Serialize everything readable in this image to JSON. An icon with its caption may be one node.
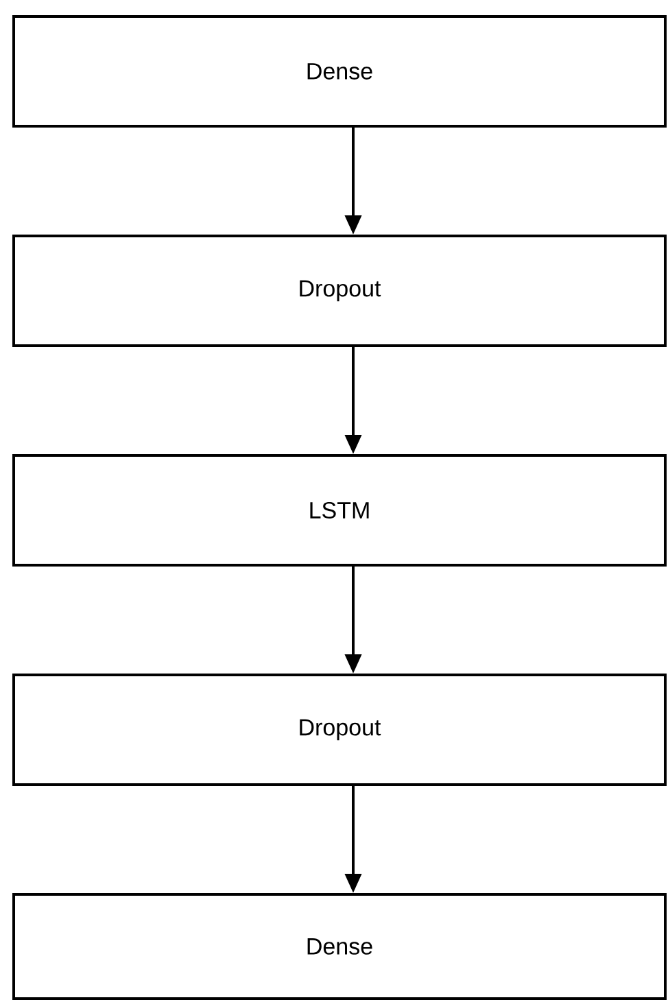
{
  "diagram": {
    "nodes": [
      {
        "text": [
          "Dense"
        ]
      },
      {
        "text": [
          "Dropout"
        ]
      },
      {
        "text": [
          "LSTM"
        ]
      },
      {
        "text": [
          "Dropout"
        ]
      },
      {
        "text": [
          "Dense"
        ]
      }
    ],
    "edges": [
      {
        "from": 0,
        "to": 1,
        "arrow": "to"
      },
      {
        "from": 1,
        "to": 2,
        "arrow": "to"
      },
      {
        "from": 2,
        "to": 3,
        "arrow": "to"
      },
      {
        "from": 3,
        "to": 4,
        "arrow": "to"
      }
    ]
  }
}
